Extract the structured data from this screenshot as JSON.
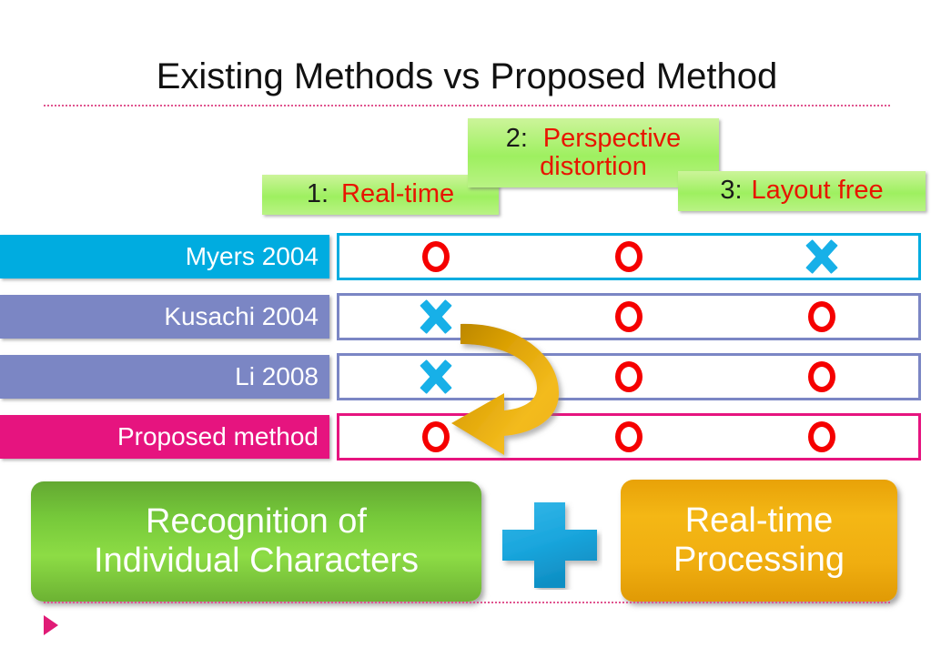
{
  "slide": {
    "title": "Existing Methods vs Proposed Method"
  },
  "criteria": [
    {
      "num": "1:",
      "text": "Real-time"
    },
    {
      "num": "2:",
      "text_line1": "Perspective",
      "text_line2": "distortion"
    },
    {
      "num": "3:",
      "text": "Layout free"
    }
  ],
  "table": {
    "rows": [
      {
        "label": "Myers 2004",
        "marks": [
          "O",
          "O",
          "X"
        ]
      },
      {
        "label": "Kusachi 2004",
        "marks": [
          "X",
          "O",
          "O"
        ]
      },
      {
        "label": "Li 2008",
        "marks": [
          "X",
          "O",
          "O"
        ]
      },
      {
        "label": "Proposed method",
        "marks": [
          "O",
          "O",
          "O"
        ]
      }
    ]
  },
  "callouts": {
    "left": {
      "line1": "Recognition of",
      "line2": "Individual Characters"
    },
    "operator": "plus-sign",
    "right": {
      "line1": "Real-time",
      "line2": "Processing"
    }
  },
  "arrow": {
    "name": "curved-arrow-to-proposed"
  },
  "colors": {
    "title_text": "#111111",
    "rule": "#e0548f",
    "criterion_box_green": "#9ef060",
    "criterion_num": "#1a1a1a",
    "criterion_text": "#e81500",
    "mark_o": "#f50000",
    "mark_x": "#17b0e8",
    "row_myers": "#00ace0",
    "row_kusachi": "#7b86c4",
    "row_li": "#7b86c4",
    "row_proposed": "#e6147f",
    "callout_green": "#76c93a",
    "callout_orange": "#f0ae10",
    "plus": "#17a9e0",
    "arrow": "#e8a50a",
    "footer_bullet": "#e01b76"
  }
}
